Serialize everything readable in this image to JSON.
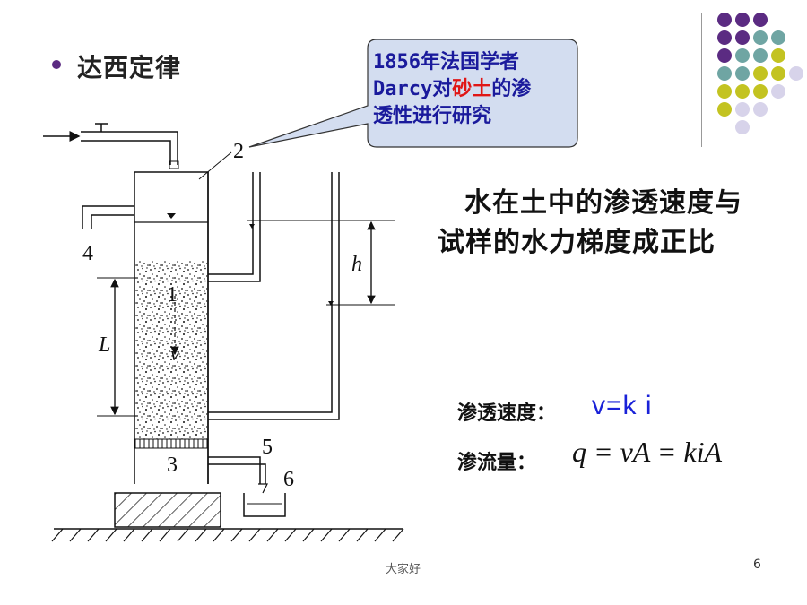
{
  "slide": {
    "bullet_title": "达西定律",
    "callout": {
      "line1": "1856年法国学者",
      "line2_prefix": "Darcy对",
      "line2_highlight": "砂土",
      "line2_suffix": "的渗",
      "line3": "透性进行研究"
    },
    "statement_line1": "水在土中的渗透速度与",
    "statement_line2": "试样的水力梯度成正比",
    "velocity_label": "渗透速度：",
    "velocity_formula": "v=k i",
    "flow_label": "渗流量：",
    "flow_formula": "q = vA = kiA",
    "footer": "大家好",
    "page_number": "6"
  },
  "diagram": {
    "labels": {
      "n1": "1",
      "n2": "2",
      "n3": "3",
      "n4": "4",
      "n5": "5",
      "n6": "6",
      "L": "L",
      "h": "h",
      "v": "v"
    }
  },
  "colors": {
    "title_bullet": "#5b2b82",
    "callout_fill": "#d3ddf0",
    "callout_text": "#1a1a9c",
    "highlight": "#e01616",
    "formula_blue": "#1a22d8",
    "deco_purple": "#5b2b82",
    "deco_teal": "#6fa5a3",
    "deco_olive": "#c3c321",
    "deco_lavender": "#d7d3ea"
  }
}
